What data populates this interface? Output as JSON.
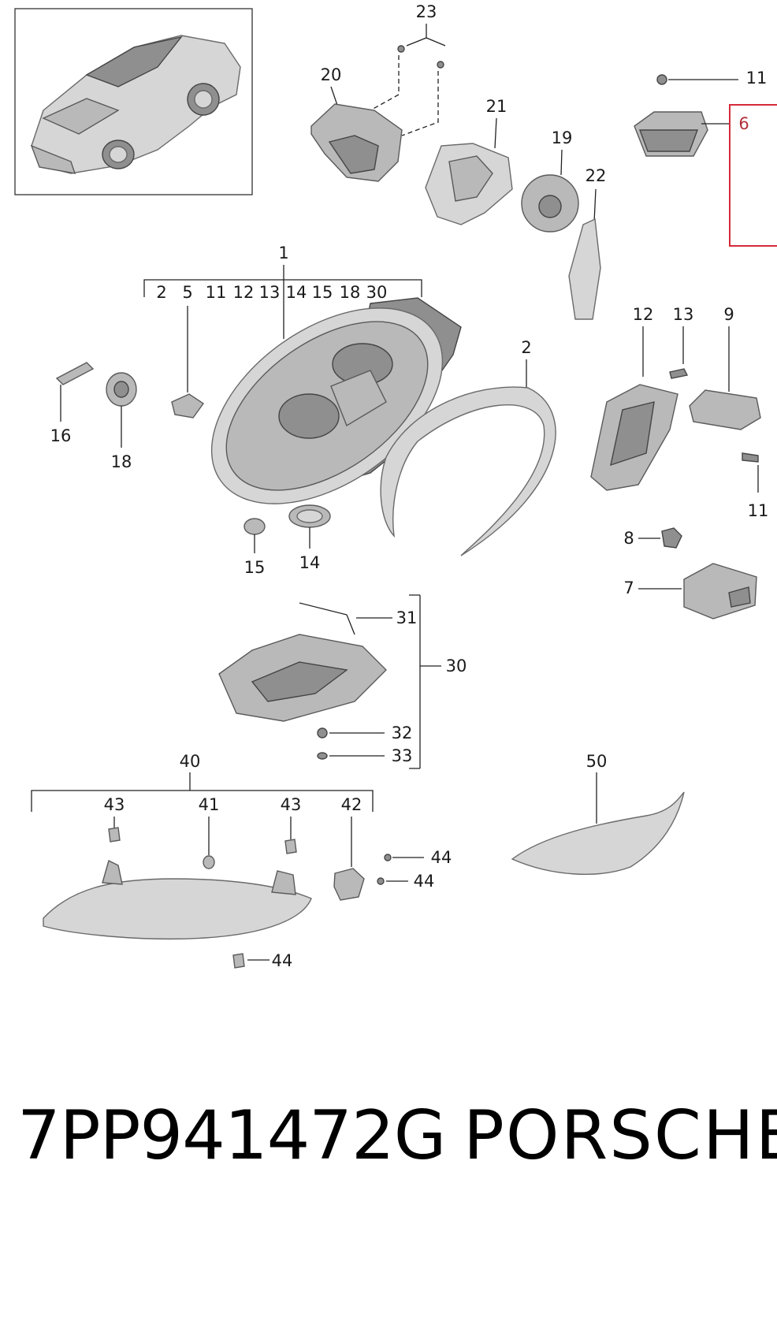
{
  "labels": {
    "l23": "23",
    "l20": "20",
    "l21": "21",
    "l19": "19",
    "l22": "22",
    "l11a": "11",
    "l6": "6",
    "l1": "1",
    "g2": "2",
    "g5": "5",
    "g11": "11",
    "g12": "12",
    "g13": "13",
    "g14": "14",
    "g15": "15",
    "g18": "18",
    "g30": "30",
    "l2": "2",
    "l12": "12",
    "l13": "13",
    "l9": "9",
    "l11b": "11",
    "l16": "16",
    "l18": "18",
    "l15": "15",
    "l14": "14",
    "l8": "8",
    "l7": "7",
    "l31": "31",
    "l30": "30",
    "l32": "32",
    "l33": "33",
    "l40": "40",
    "l43a": "43",
    "l41": "41",
    "l43b": "43",
    "l42": "42",
    "l44a": "44",
    "l44b": "44",
    "l44c": "44",
    "l50": "50"
  },
  "footer": {
    "part_number": "7PP941472G",
    "brand": "PORSCHE"
  },
  "colors": {
    "highlight": "#d42b3a"
  }
}
